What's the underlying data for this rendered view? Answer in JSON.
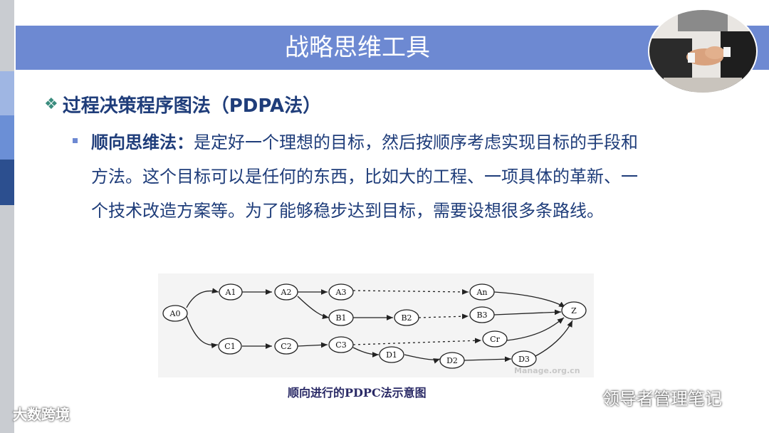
{
  "slide": {
    "title": "战略思维工具",
    "heading": "过程决策程序图法（PDPA法）",
    "bullet": {
      "term": "顺向思维法：",
      "text_line1": "是定好一个理想的目标，然后按顺序考虑实现目标的手段和",
      "text_line2": "方法。这个目标可以是任何的东西，比如大的工程、一项具体的革新、一",
      "text_line3": "个技术改造方案等。为了能够稳步达到目标，需要设想很多条路线。"
    }
  },
  "diagram": {
    "nodes": [
      "A0",
      "A1",
      "A2",
      "A3",
      "An",
      "B1",
      "B2",
      "B3",
      "C1",
      "C2",
      "C3",
      "Cr",
      "D1",
      "D2",
      "D3",
      "Z"
    ],
    "watermark": "Manage.org.cn",
    "caption": "顺向进行的PDPC法示意图"
  },
  "watermarks": {
    "left": "大数跨境",
    "right": "领导者管理笔记"
  },
  "colors": {
    "title_bar": "#6d89d2",
    "text": "#1f3d7a",
    "diamond": "#3a8c7e"
  }
}
